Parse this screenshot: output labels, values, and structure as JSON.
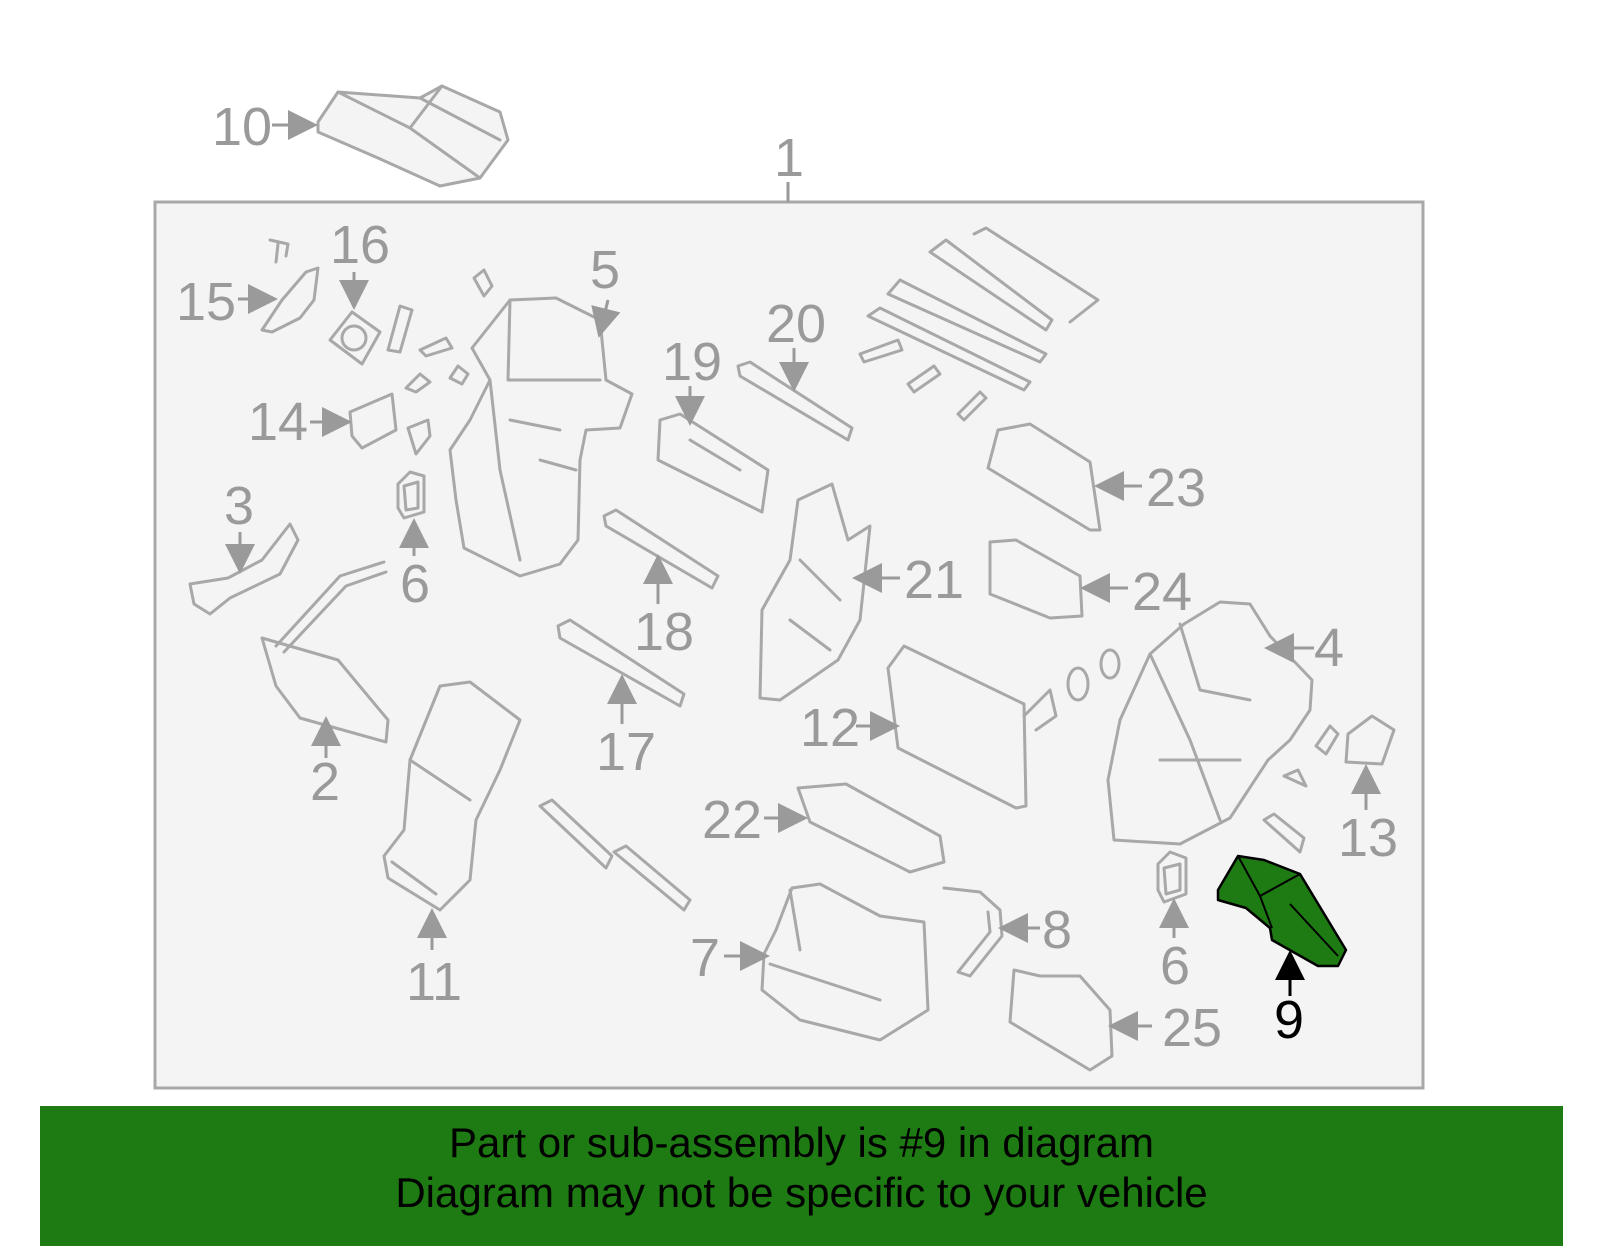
{
  "callouts": [
    {
      "id": "10",
      "text": "10"
    },
    {
      "id": "1",
      "text": "1"
    },
    {
      "id": "16",
      "text": "16"
    },
    {
      "id": "15",
      "text": "15"
    },
    {
      "id": "5",
      "text": "5"
    },
    {
      "id": "20",
      "text": "20"
    },
    {
      "id": "19",
      "text": "19"
    },
    {
      "id": "14",
      "text": "14"
    },
    {
      "id": "3",
      "text": "3"
    },
    {
      "id": "6a",
      "text": "6"
    },
    {
      "id": "23",
      "text": "23"
    },
    {
      "id": "21",
      "text": "21"
    },
    {
      "id": "24",
      "text": "24"
    },
    {
      "id": "18",
      "text": "18"
    },
    {
      "id": "4",
      "text": "4"
    },
    {
      "id": "17",
      "text": "17"
    },
    {
      "id": "2",
      "text": "2"
    },
    {
      "id": "12",
      "text": "12"
    },
    {
      "id": "13",
      "text": "13"
    },
    {
      "id": "22",
      "text": "22"
    },
    {
      "id": "6b",
      "text": "6"
    },
    {
      "id": "9",
      "text": "9"
    },
    {
      "id": "11",
      "text": "11"
    },
    {
      "id": "7",
      "text": "7"
    },
    {
      "id": "8",
      "text": "8"
    },
    {
      "id": "25",
      "text": "25"
    }
  ],
  "highlighted_part": "9",
  "colors": {
    "highlight_fill": "#1e7a12",
    "banner_bg": "#1e7a12",
    "panel_bg": "#f4f4f4",
    "line_gray": "#a8a8a8"
  },
  "banner": {
    "line1": "Part or sub-assembly is #9 in diagram",
    "line2": "Diagram may not be specific to your vehicle"
  }
}
